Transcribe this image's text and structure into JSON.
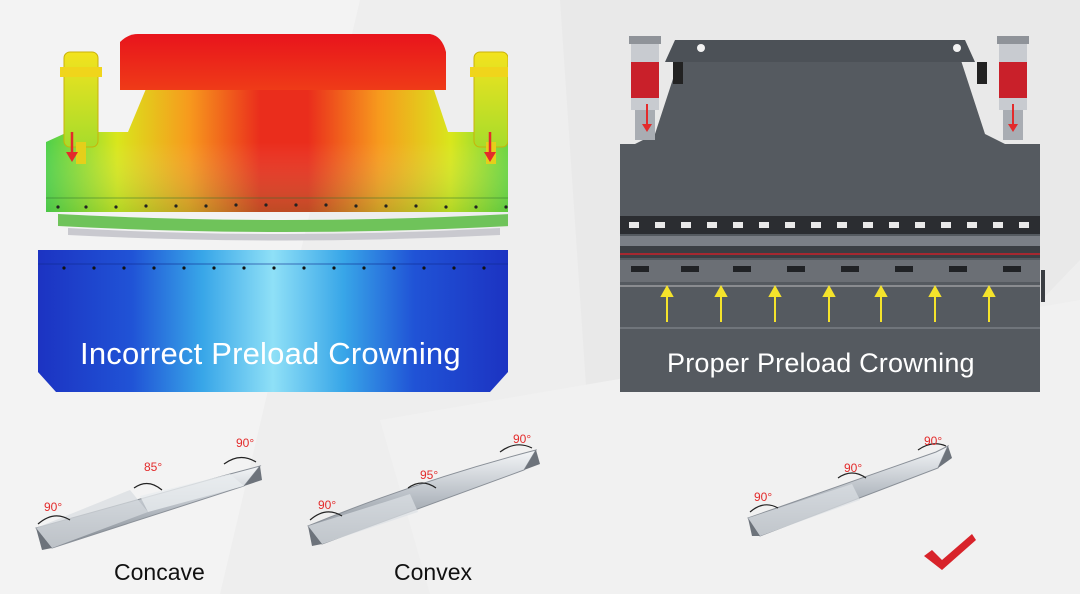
{
  "left_panel": {
    "caption": "Incorrect Preload Crowning"
  },
  "right_panel": {
    "caption": "Proper  Preload Crowning"
  },
  "profiles": [
    {
      "label": "Concave",
      "angles": [
        "90°",
        "85°",
        "90°"
      ]
    },
    {
      "label": "Convex",
      "angles": [
        "90°",
        "95°",
        "90°"
      ]
    },
    {
      "label": "",
      "angles": [
        "90°",
        "90°",
        "90°"
      ]
    }
  ],
  "colors": {
    "heat_hot": "#e8141c",
    "heat_warm": "#f7e21a",
    "heat_cool": "#5fc8ef",
    "heat_cold": "#1d3fc8",
    "machine_gray": "#555a60",
    "arrow_red": "#e32b2b",
    "arrow_yellow": "#f5e32b",
    "check_red": "#d8232a"
  },
  "icons": {
    "checkmark": "check-icon",
    "down_arrow": "arrow-down-icon",
    "up_arrow": "arrow-up-icon"
  }
}
